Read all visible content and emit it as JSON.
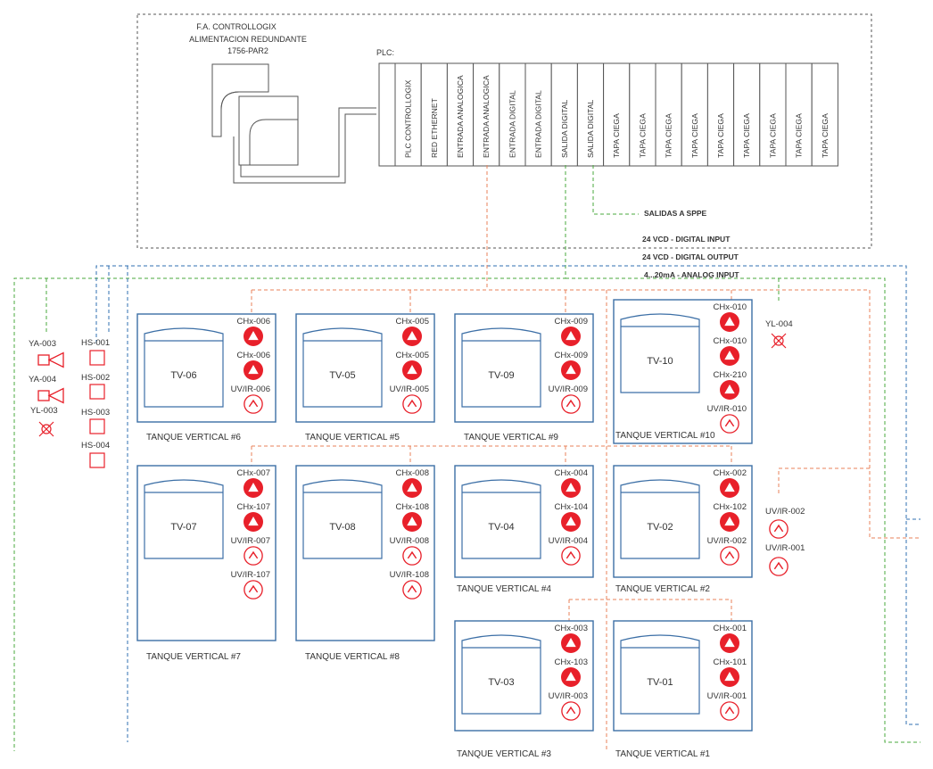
{
  "power_supply": {
    "line1": "F.A. CONTROLLOGIX",
    "line2": "ALIMENTACION REDUNDANTE",
    "line3": "1756-PAR2"
  },
  "plc": {
    "label": "PLC:",
    "modules": [
      "PLC CONTROLLOGIX",
      "RED ETHERNET",
      "ENTRADA ANALOGICA",
      "ENTRADA ANALOGICA",
      "ENTRADA DIGITAL",
      "ENTRADA DIGITAL",
      "SALIDA DIGITAL",
      "SALIDA DIGITAL",
      "TAPA CIEGA",
      "TAPA CIEGA",
      "TAPA CIEGA",
      "TAPA CIEGA",
      "TAPA CIEGA",
      "TAPA CIEGA",
      "TAPA CIEGA",
      "TAPA CIEGA",
      "TAPA CIEGA"
    ]
  },
  "outputs_label": "SALIDAS A SPPE",
  "legend": {
    "digital_input": "24 VCD - DIGITAL INPUT",
    "digital_output": "24 VCD - DIGITAL OUTPUT",
    "analog_input": "4...20mA - ANALOG INPUT"
  },
  "field_devices": {
    "ya003": "YA-003",
    "ya004": "YA-004",
    "yl003": "YL-003",
    "yl004": "YL-004",
    "hs001": "HS-001",
    "hs002": "HS-002",
    "hs003": "HS-003",
    "hs004": "HS-004",
    "uv002": "UV/IR-002",
    "uv001": "UV/IR-001"
  },
  "tanks": [
    {
      "id": "TV-06",
      "name": "TANQUE VERTICAL #6",
      "sensors": [
        "CHx-006",
        "CHx-006",
        "UV/IR-006"
      ]
    },
    {
      "id": "TV-05",
      "name": "TANQUE VERTICAL #5",
      "sensors": [
        "CHx-005",
        "CHx-005",
        "UV/IR-005"
      ]
    },
    {
      "id": "TV-09",
      "name": "TANQUE VERTICAL #9",
      "sensors": [
        "CHx-009",
        "CHx-009",
        "UV/IR-009"
      ]
    },
    {
      "id": "TV-10",
      "name": "TANQUE VERTICAL #10",
      "sensors": [
        "CHx-010",
        "CHx-010",
        "CHx-210",
        "UV/IR-010"
      ]
    },
    {
      "id": "TV-07",
      "name": "TANQUE VERTICAL #7",
      "sensors": [
        "CHx-007",
        "CHx-107",
        "UV/IR-007",
        "UV/IR-107"
      ]
    },
    {
      "id": "TV-08",
      "name": "TANQUE VERTICAL #8",
      "sensors": [
        "CHx-008",
        "CHx-108",
        "UV/IR-008",
        "UV/IR-108"
      ]
    },
    {
      "id": "TV-04",
      "name": "TANQUE VERTICAL #4",
      "sensors": [
        "CHx-004",
        "CHx-104",
        "UV/IR-004"
      ]
    },
    {
      "id": "TV-02",
      "name": "TANQUE VERTICAL #2",
      "sensors": [
        "CHx-002",
        "CHx-102",
        "UV/IR-002"
      ]
    },
    {
      "id": "TV-03",
      "name": "TANQUE VERTICAL #3",
      "sensors": [
        "CHx-003",
        "CHx-103",
        "UV/IR-003"
      ]
    },
    {
      "id": "TV-01",
      "name": "TANQUE VERTICAL #1",
      "sensors": [
        "CHx-001",
        "CHx-101",
        "UV/IR-001"
      ]
    }
  ],
  "colors": {
    "analog": "#e8825a",
    "digital_out": "#4aa83c",
    "digital_in": "#2f6fb0",
    "device": "#e8202a",
    "box": "#3c6fa6"
  }
}
